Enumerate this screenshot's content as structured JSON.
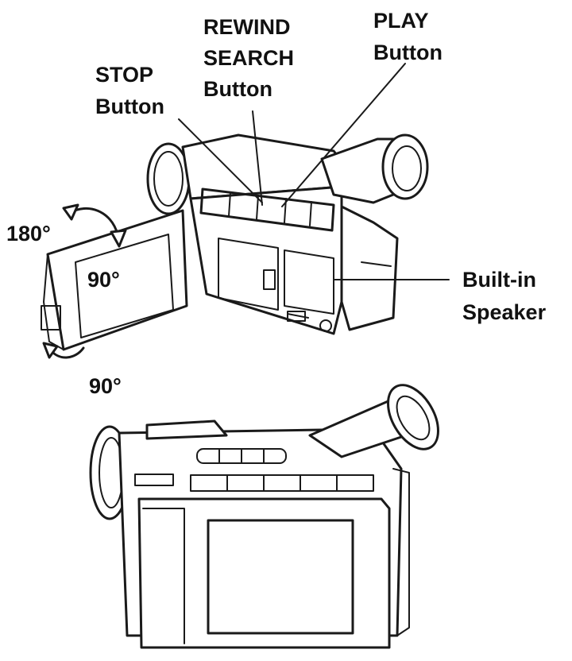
{
  "labels": {
    "rewind_search_line1": "REWIND",
    "rewind_search_line2": "SEARCH",
    "rewind_search_line3": "Button",
    "play_line1": "PLAY",
    "play_line2": "Button",
    "stop_line1": "STOP",
    "stop_line2": "Button",
    "speaker_line1": "Built-in",
    "speaker_line2": "Speaker",
    "angle_180": "180°",
    "angle_90_screen": "90°",
    "angle_90_bottom": "90°"
  }
}
